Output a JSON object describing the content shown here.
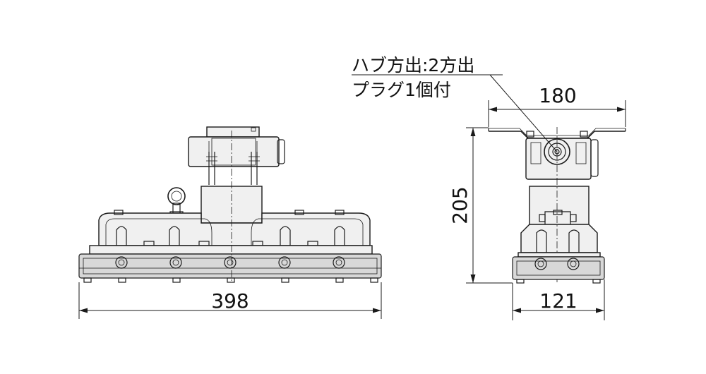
{
  "annotation": {
    "line1": "ハブ方出:2方出",
    "line2": "プラグ1個付"
  },
  "dimensions": {
    "front_width": "398",
    "side_width": "121",
    "top_width": "180",
    "height": "205"
  }
}
